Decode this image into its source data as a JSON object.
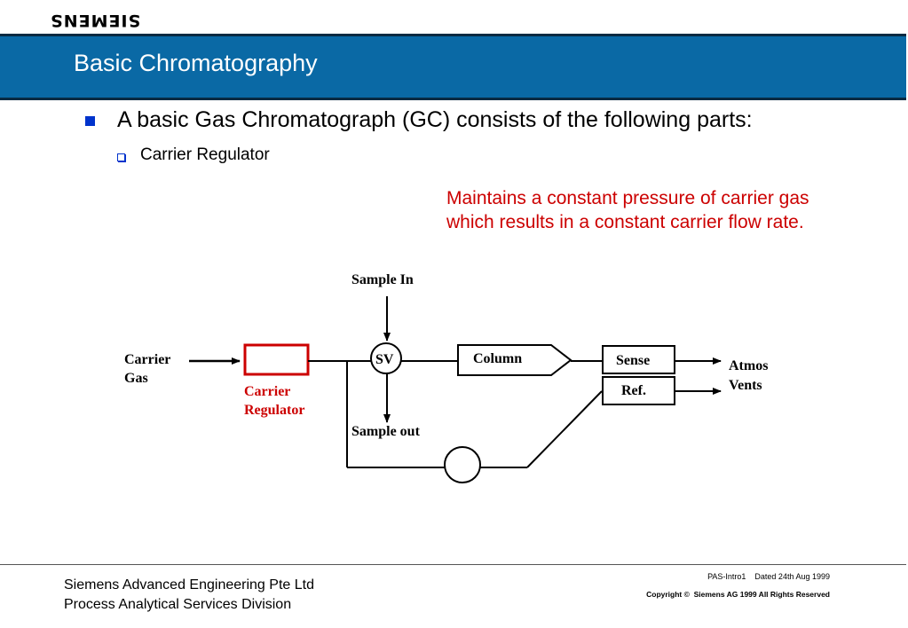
{
  "logo": "SIEMENS",
  "title": "Basic Chromatography",
  "bullets": {
    "main": "A basic Gas Chromatograph (GC) consists of the following parts:",
    "sub": "Carrier Regulator"
  },
  "note": "Maintains a constant pressure of carrier gas which results in a constant carrier flow rate.",
  "diagram": {
    "sample_in": "Sample In",
    "sample_out": "Sample out",
    "carrier_gas_line1": "Carrier",
    "carrier_gas_line2": "Gas",
    "carrier_regulator_line1": "Carrier",
    "carrier_regulator_line2": "Regulator",
    "sv": "SV",
    "column": "Column",
    "sense": "Sense",
    "ref": "Ref.",
    "atmos_line1": "Atmos",
    "atmos_line2": "Vents",
    "colors": {
      "regulator": "#cc0000",
      "line": "#000000"
    }
  },
  "footer": {
    "company_line1": "Siemens Advanced Engineering Pte Ltd",
    "company_line2": "Process Analytical Services Division",
    "ref": "PAS-Intro1    Dated 24th Aug 1999",
    "copyright": "Copyright ©  Siemens AG 1999 All Rights Reserved"
  },
  "colors": {
    "title_bar": "#0a69a5",
    "note_text": "#cc0000",
    "bullet": "#0033cc"
  }
}
